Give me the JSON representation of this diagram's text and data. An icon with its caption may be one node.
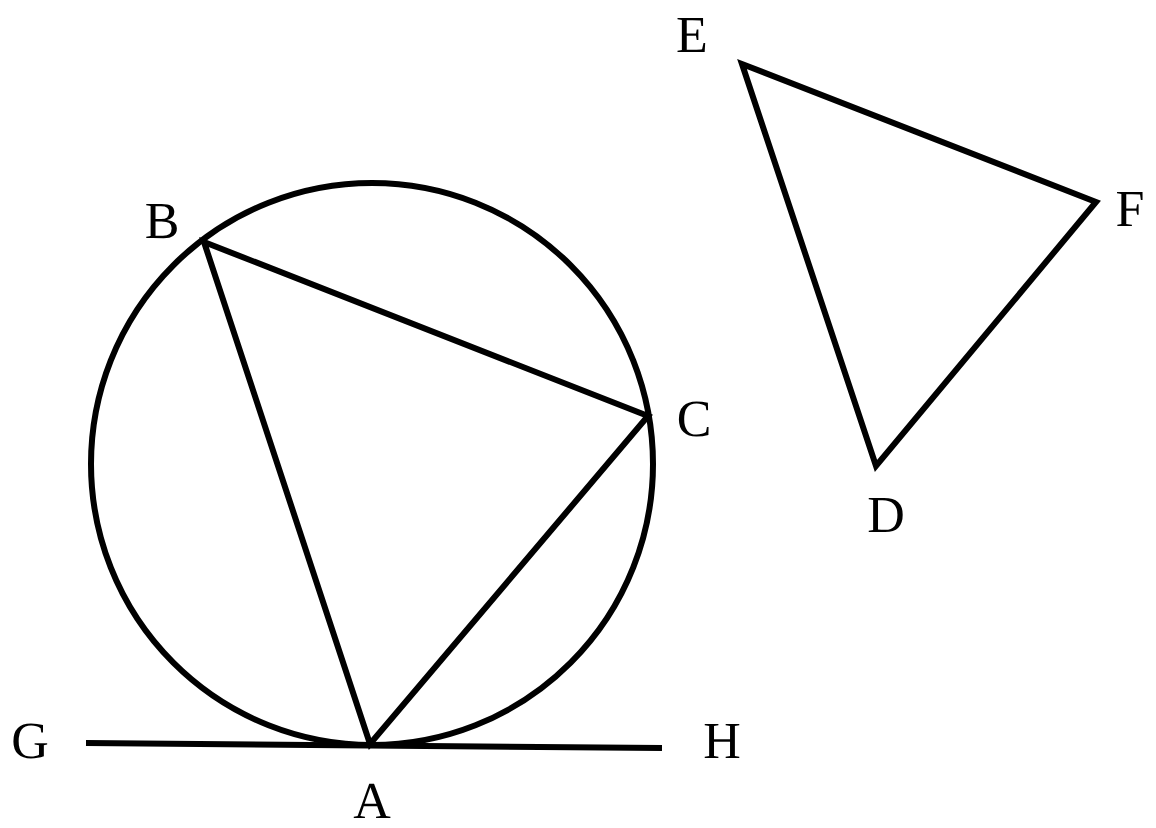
{
  "diagram": {
    "labels": [
      "E",
      "B",
      "F",
      "C",
      "D",
      "G",
      "H",
      "A"
    ]
  }
}
